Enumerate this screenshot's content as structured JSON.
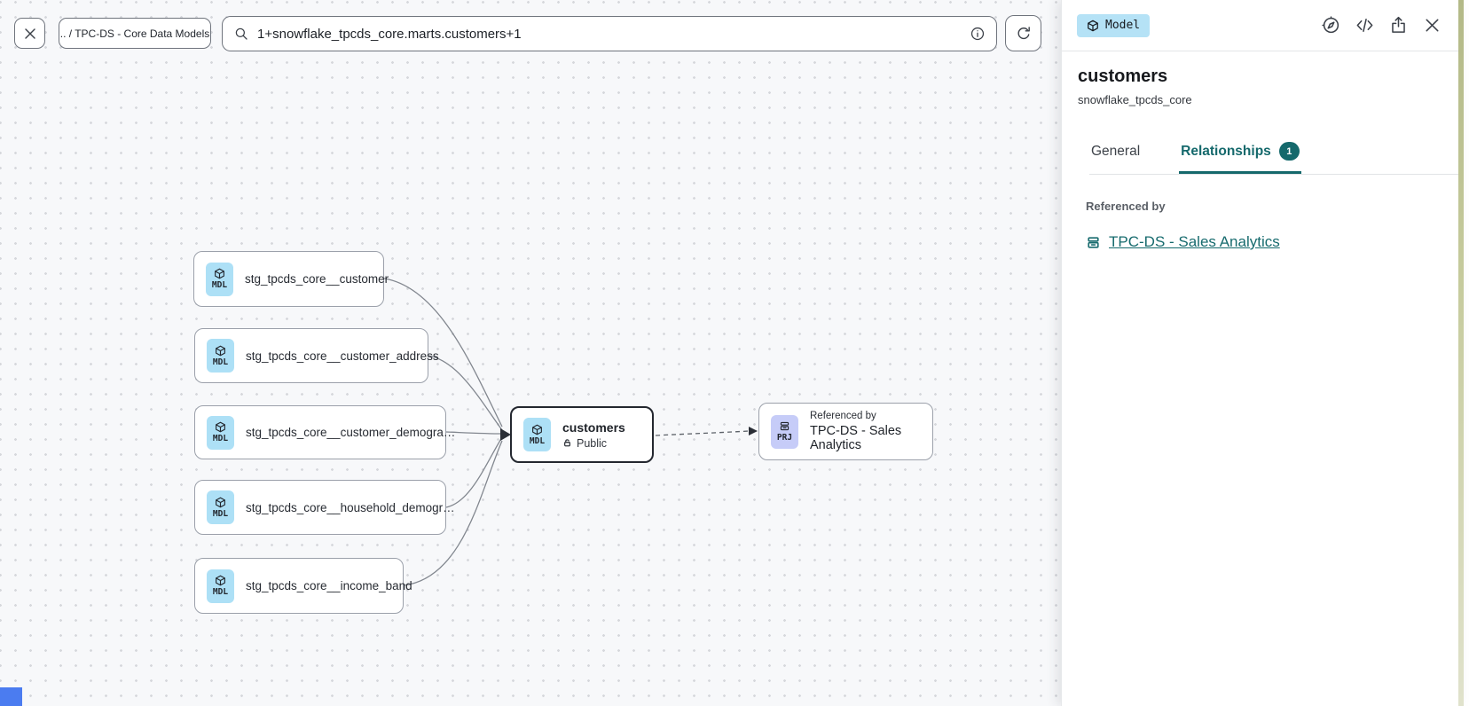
{
  "toolbar": {
    "breadcrumb": ".. / TPC-DS - Core Data Models",
    "search_value": "1+snowflake_tpcds_core.marts.customers+1"
  },
  "canvas": {
    "nodes": [
      {
        "badge": "MDL",
        "label": "stg_tpcds_core__customer"
      },
      {
        "badge": "MDL",
        "label": "stg_tpcds_core__customer_address"
      },
      {
        "badge": "MDL",
        "label": "stg_tpcds_core__customer_demogra…"
      },
      {
        "badge": "MDL",
        "label": "stg_tpcds_core__household_demogr…"
      },
      {
        "badge": "MDL",
        "label": "stg_tpcds_core__income_band"
      }
    ],
    "center_node": {
      "badge": "MDL",
      "title": "customers",
      "access": "Public"
    },
    "ref_node": {
      "badge": "PRJ",
      "kicker": "Referenced by",
      "title": "TPC-DS - Sales Analytics"
    }
  },
  "panel": {
    "type_badge": "Model",
    "title": "customers",
    "subtitle": "snowflake_tpcds_core",
    "tabs": {
      "general": "General",
      "relationships": "Relationships",
      "relationships_count": "1"
    },
    "body": {
      "heading": "Referenced by",
      "link_label": "TPC-DS - Sales Analytics"
    },
    "code_icon_text": "</>"
  },
  "colors": {
    "accent_teal": "#15696C",
    "model_tile_blue": "#ADE0F6",
    "project_tile_purple": "#C6CCF8",
    "selected_node_border": "#23272F",
    "canvas_bg": "#F7F8FA"
  }
}
